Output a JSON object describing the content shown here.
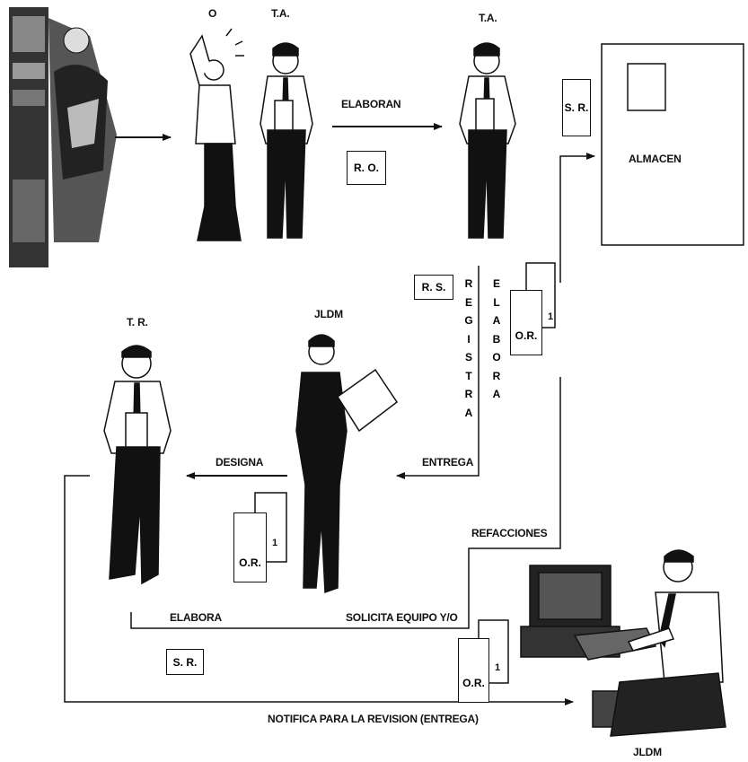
{
  "labels": {
    "o": "O",
    "ta1": "T.A.",
    "ta2": "T.A.",
    "elaboran": "ELABORAN",
    "almacen": "ALMACEN",
    "tr": "T. R.",
    "jldm_mid": "JLDM",
    "jldm_bottom": "JLDM",
    "designa": "DESIGNA",
    "entrega": "ENTREGA",
    "refacciones": "REFACCIONES",
    "elabora_bottom": "ELABORA",
    "solicita": "SOLICITA EQUIPO Y/O",
    "notifica": "NOTIFICA PARA LA REVISION  (ENTREGA)"
  },
  "vertical": {
    "registra": [
      "R",
      "E",
      "G",
      "I",
      "S",
      "T",
      "R",
      "A"
    ],
    "elabora": [
      "E",
      "L",
      "A",
      "B",
      "O",
      "R",
      "A"
    ]
  },
  "docs": {
    "ro": "R. O.",
    "sr_top": "S. R.",
    "rs": "R. S.",
    "or_label": "O.R.",
    "or_num": "1",
    "sr_bottom": "S. R."
  },
  "colors": {
    "ink": "#111111",
    "paper": "#ffffff"
  }
}
